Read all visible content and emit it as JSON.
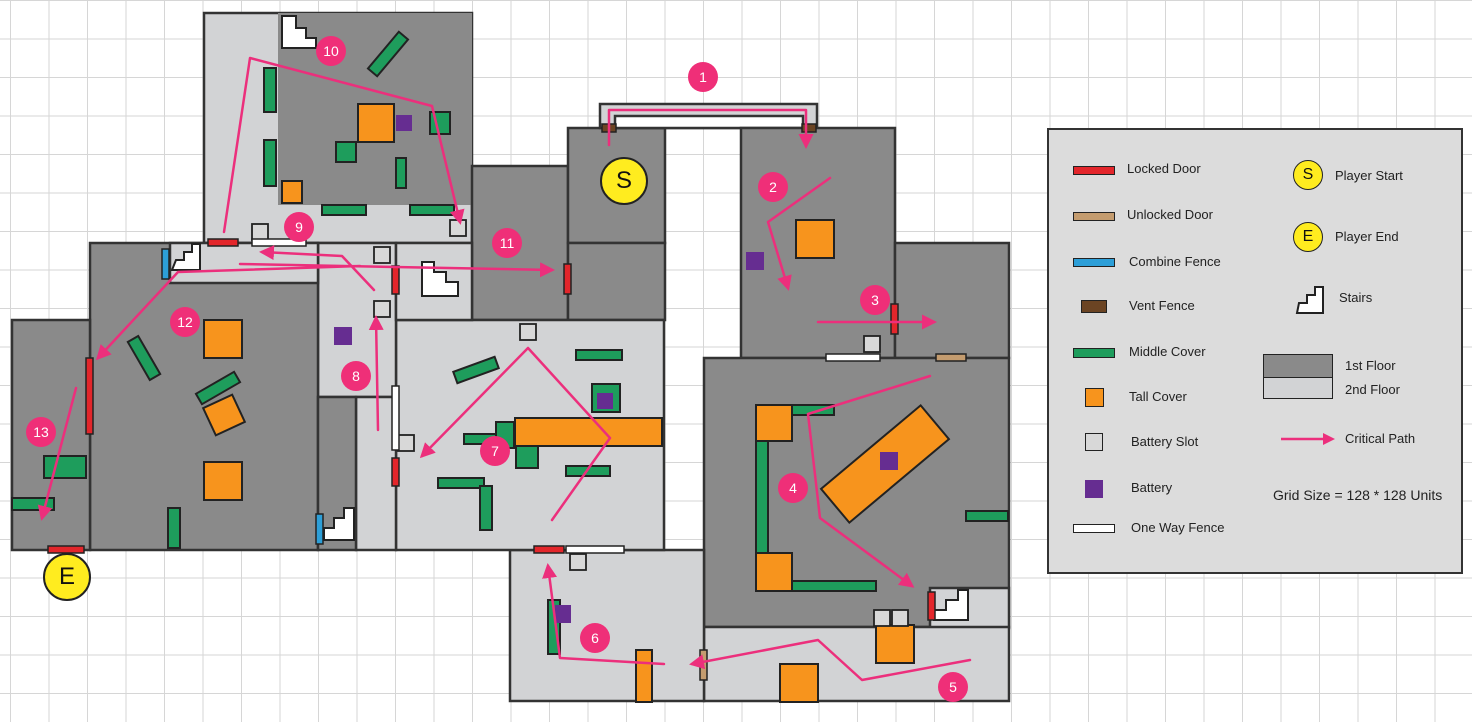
{
  "legend": {
    "locked_door": "Locked Door",
    "unlocked_door": "Unlocked Door",
    "combine_fence": "Combine Fence",
    "vent_fence": "Vent Fence",
    "middle_cover": "Middle Cover",
    "tall_cover": "Tall Cover",
    "battery_slot": "Battery Slot",
    "battery": "Battery",
    "one_way_fence": "One Way Fence",
    "player_start": "Player Start",
    "player_end": "Player End",
    "stairs": "Stairs",
    "floor_1": "1st Floor",
    "floor_2": "2nd Floor",
    "critical_path": "Critical Path",
    "grid_size": "Grid Size = 128 * 128 Units",
    "start_symbol": "S",
    "end_symbol": "E"
  },
  "markers": {
    "start": "S",
    "end": "E"
  },
  "path_steps": [
    "1",
    "2",
    "3",
    "4",
    "5",
    "6",
    "7",
    "8",
    "9",
    "10",
    "11",
    "12",
    "13"
  ],
  "colors": {
    "floor_1": "#8a8a8a",
    "floor_2": "#d2d3d5",
    "locked_door": "#e3262b",
    "unlocked_door": "#c49c6f",
    "combine_fence": "#2d9fd8",
    "vent_fence": "#6b4423",
    "middle_cover": "#1e9d5c",
    "tall_cover": "#f7941d",
    "battery_slot": "#d8d8d8",
    "battery": "#662d91",
    "critical_path": "#ec2f7c",
    "marker": "#ffec1f"
  }
}
